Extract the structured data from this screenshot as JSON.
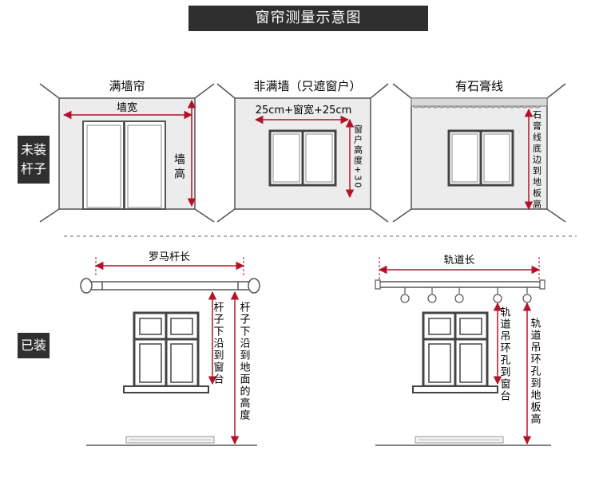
{
  "title": "窗帘测量示意图",
  "side_labels": {
    "not_installed": "未装杆子",
    "installed": "已装"
  },
  "panels": {
    "full_wall": {
      "title": "满墙帘",
      "width_label": "墙宽",
      "height_label": "墙高"
    },
    "not_full_wall": {
      "title": "非满墙（只遮窗户）",
      "width_label": "25cm+窗宽+25cm",
      "height_label": "窗户高度+30"
    },
    "plaster_line": {
      "title": "有石膏线",
      "height_label": "石膏线底边到地板高"
    },
    "roman_rod": {
      "title": "罗马杆长",
      "label_short": "杆子下沿到窗台",
      "label_long": "杆子下沿到地面的高度"
    },
    "track": {
      "title": "轨道长",
      "label_short": "轨道吊环孔到窗台",
      "label_long": "轨道吊环孔到地板高"
    }
  },
  "colors": {
    "accent": "#b5122a",
    "dark": "#2f2f2f",
    "wall": "#eaeaea",
    "line": "#555555"
  }
}
